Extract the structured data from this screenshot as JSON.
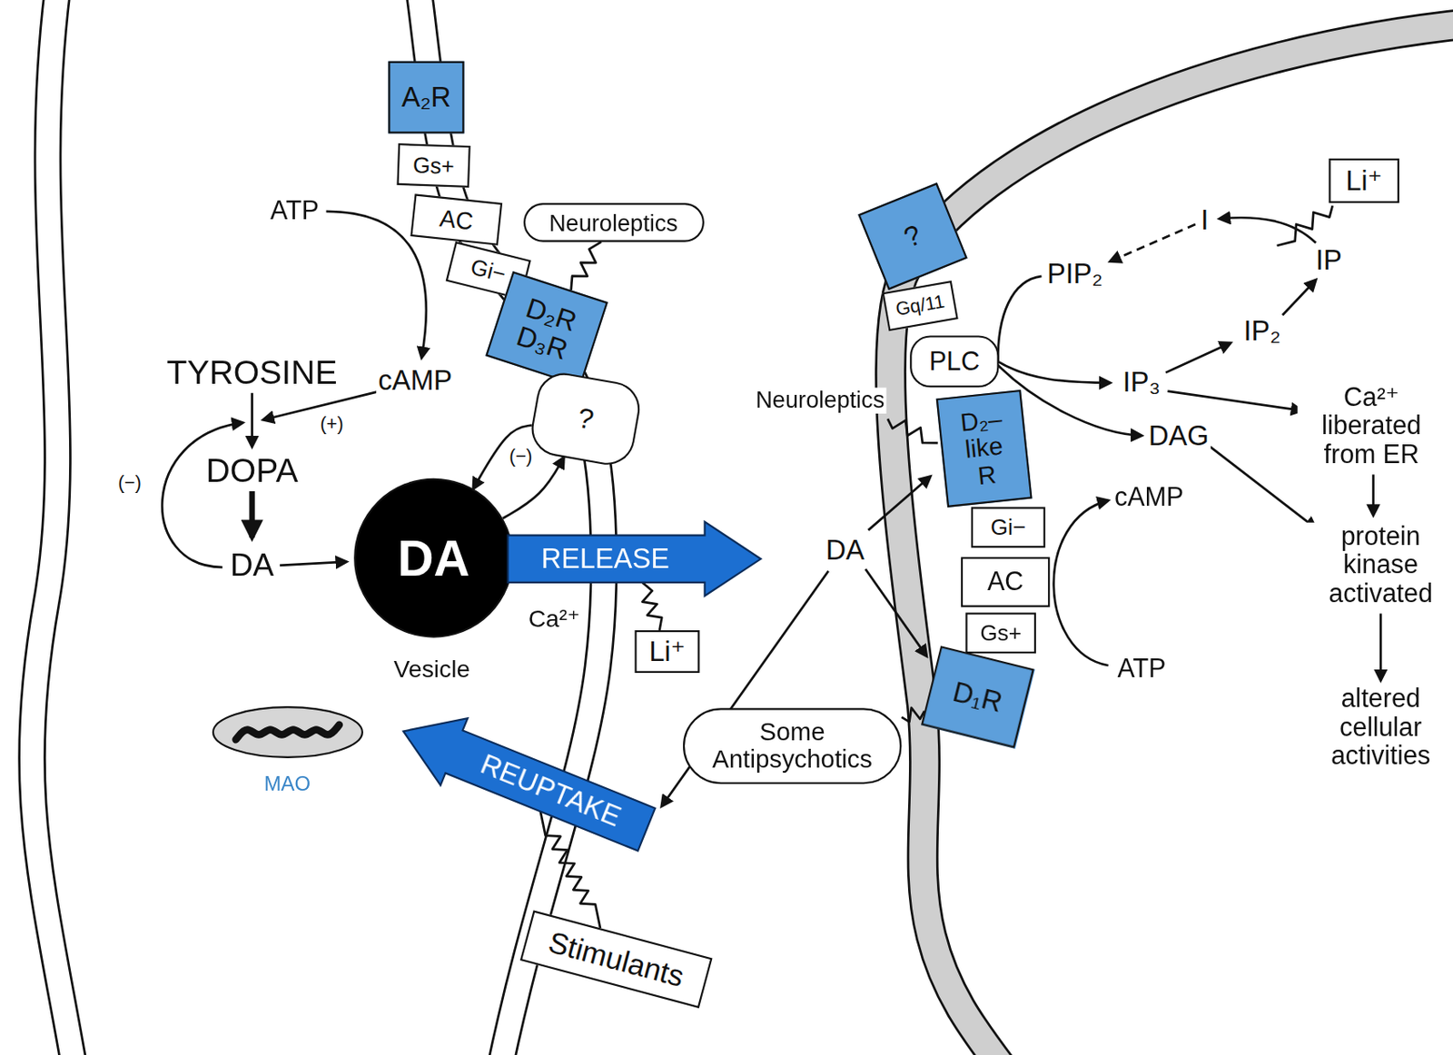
{
  "diagram": {
    "nodes": [
      {
        "text": [
          "A₂R"
        ]
      },
      {
        "text": [
          "Gs+"
        ]
      },
      {
        "text": [
          "AC"
        ]
      },
      {
        "text": [
          "Gi−"
        ]
      },
      {
        "text": [
          "D₂R D₃R"
        ]
      },
      {
        "text": [
          "Neuroleptics"
        ]
      },
      {
        "text": [
          "?"
        ]
      },
      {
        "text": [
          "DA"
        ]
      },
      {
        "text": [
          "RELEASE"
        ]
      },
      {
        "text": [
          "REUPTAKE"
        ]
      },
      {
        "text": [
          "Li⁺"
        ]
      },
      {
        "text": [
          "Stimulants"
        ]
      },
      {
        "text": [
          "MAO"
        ]
      },
      {
        "text": [
          "?"
        ]
      },
      {
        "text": [
          "Gq/11"
        ]
      },
      {
        "text": [
          "PLC"
        ]
      },
      {
        "text": [
          "D₂– like R"
        ]
      },
      {
        "text": [
          "Gi−"
        ]
      },
      {
        "text": [
          "AC"
        ]
      },
      {
        "text": [
          "Gs+"
        ]
      },
      {
        "text": [
          "D₁R"
        ]
      },
      {
        "text": [
          "Some Antipsychotics"
        ]
      },
      {
        "text": [
          "Li⁺"
        ]
      }
    ],
    "edges": [
      {
        "from": 5,
        "to": 4,
        "arrow": "none"
      },
      {
        "from": 7,
        "to": 6,
        "arrow": "to"
      },
      {
        "from": 6,
        "to": 7,
        "arrow": "to",
        "label": "(−)"
      },
      {
        "from": 10,
        "to": 8,
        "arrow": "none"
      },
      {
        "from": 11,
        "to": 9,
        "arrow": "none"
      },
      {
        "from": 21,
        "to": 20,
        "arrow": "none"
      }
    ],
    "labels": [
      "ATP",
      "TYROSINE",
      "cAMP",
      "(+)",
      "DOPA",
      "(−)",
      "DA",
      "Vesicle",
      "Ca²⁺",
      "DA",
      "Neuroleptics",
      "PIP₂",
      "I",
      "IP",
      "IP₂",
      "IP₃",
      "DAG",
      "Ca²⁺ liberated from ER",
      "protein kinase activated",
      "altered cellular activities",
      "cAMP",
      "ATP"
    ]
  }
}
